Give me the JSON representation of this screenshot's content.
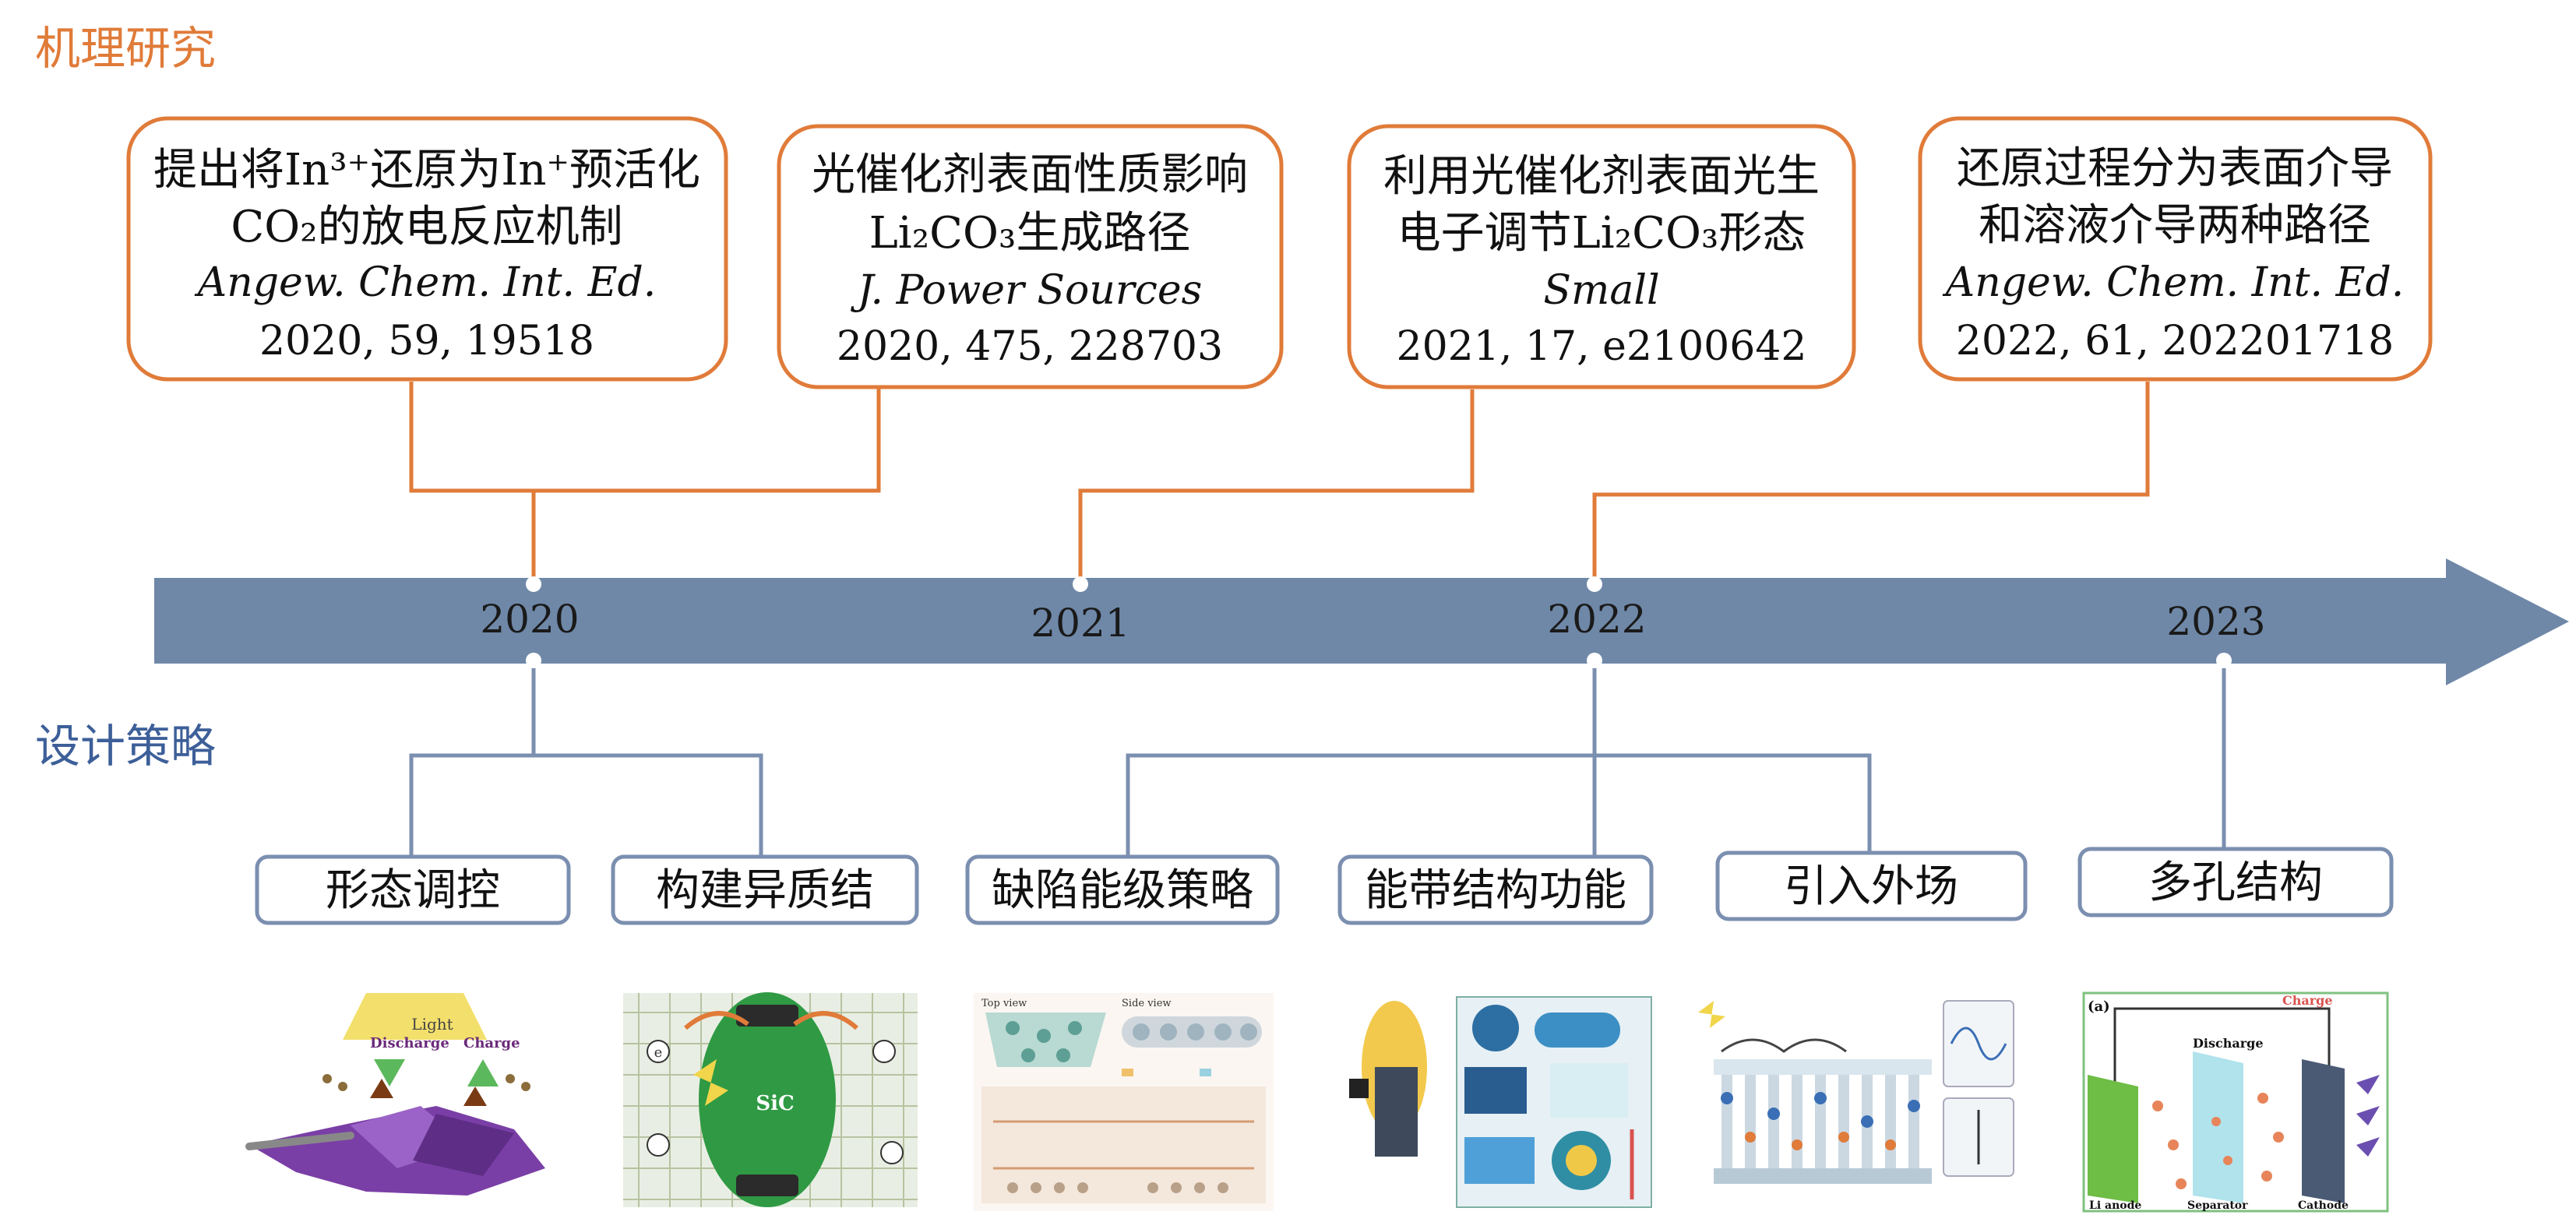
{
  "sections": {
    "mechanism": "机理研究",
    "design": "设计策略"
  },
  "colors": {
    "mechanism_title": "#e07b39",
    "design_title": "#3d5f99",
    "orange_box": "#e07b39",
    "blue_box": "#7b8fb0",
    "arrow": "#6f88a8",
    "connector_orange": "#e07b39",
    "connector_blue": "#7b8fb0"
  },
  "timeline": {
    "years": [
      "2020",
      "2021",
      "2022",
      "2023"
    ]
  },
  "papers": [
    {
      "title1": "提出将In³⁺还原为In⁺预活化",
      "title2": "CO₂的放电反应机制",
      "journal": "Angew. Chem. Int. Ed.",
      "ref": "2020, 59, 19518"
    },
    {
      "title1": "光催化剂表面性质影响",
      "title2": "Li₂CO₃生成路径",
      "journal": "J. Power Sources",
      "ref": "2020, 475, 228703"
    },
    {
      "title1": "利用光催化剂表面光生",
      "title2": "电子调节Li₂CO₃形态",
      "journal": "Small",
      "ref": "2021, 17, e2100642"
    },
    {
      "title1": "还原过程分为表面介导",
      "title2": "和溶液介导两种路径",
      "journal": "Angew. Chem. Int. Ed.",
      "ref": "2022, 61, 202201718"
    }
  ],
  "strategies": [
    {
      "label": "形态调控"
    },
    {
      "label": "构建异质结"
    },
    {
      "label": "缺陷能级策略"
    },
    {
      "label": "能带结构功能"
    },
    {
      "label": "引入外场"
    },
    {
      "label": "多孔结构"
    }
  ],
  "figure_labels": {
    "fig1": {
      "light": "Light",
      "discharge": "Discharge",
      "charge": "Charge"
    },
    "fig2": {
      "sic": "SiC",
      "e": "e"
    },
    "fig3": {
      "top": "Top view",
      "side": "Side view"
    },
    "fig6": {
      "a": "(a)",
      "charge": "Charge",
      "discharge": "Discharge",
      "anode": "Li anode",
      "separator": "Separator",
      "cathode": "Cathode"
    }
  }
}
